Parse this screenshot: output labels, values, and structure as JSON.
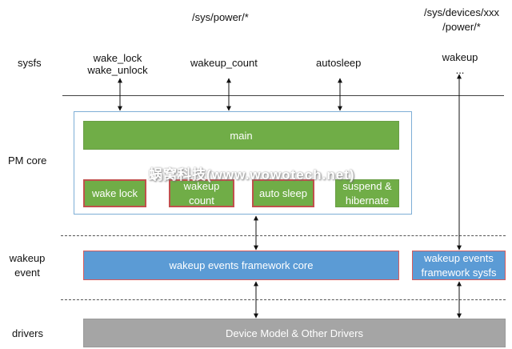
{
  "header": {
    "sys_power": "/sys/power/*",
    "sys_devices_line1": "/sys/devices/xxx",
    "sys_devices_line2": "/power/*"
  },
  "row_labels": {
    "sysfs": "sysfs",
    "pm_core": "PM core",
    "wakeup_event_line1": "wakeup",
    "wakeup_event_line2": "event",
    "drivers": "drivers"
  },
  "sysfs_items": {
    "wake_lock": "wake_lock",
    "wake_unlock": "wake_unlock",
    "wakeup_count": "wakeup_count",
    "autosleep": "autosleep",
    "wakeup": "wakeup",
    "ellipsis": "..."
  },
  "pm_core": {
    "main": "main",
    "wake_lock": "wake lock",
    "wakeup_count_line1": "wakeup",
    "wakeup_count_line2": "count",
    "auto_sleep": "auto sleep",
    "suspend_line1": "suspend &",
    "suspend_line2": "hibernate"
  },
  "wakeup_event": {
    "framework_core": "wakeup events framework core",
    "framework_sysfs_line1": "wakeup events",
    "framework_sysfs_line2": "framework sysfs"
  },
  "drivers": {
    "device_model": "Device Model & Other Drivers"
  },
  "watermark": "蜗窝科技(www.wowotech.net)",
  "colors": {
    "green": "#70ad47",
    "blue": "#5b9bd5",
    "gray": "#a5a5a5",
    "red_border": "#c0504d",
    "frame_border": "#7eaed6"
  }
}
